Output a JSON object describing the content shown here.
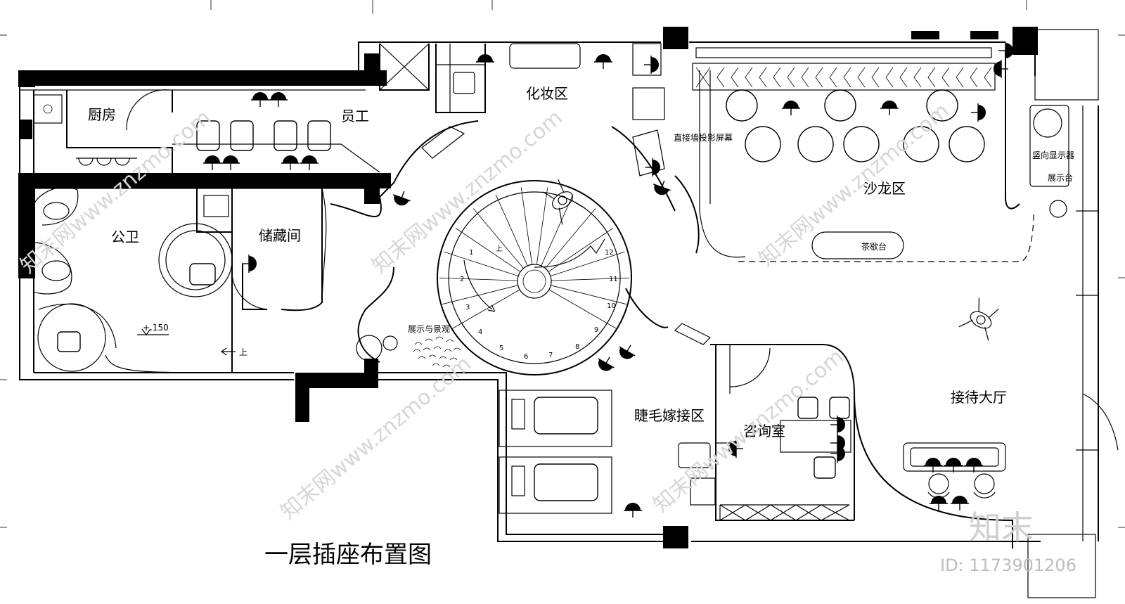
{
  "drawing": {
    "title": "一层插座布置图",
    "rooms": {
      "kitchen": "厨房",
      "staff": "员工",
      "makeup_area": "化妆区",
      "public_toilet": "公卫",
      "storage": "储藏间",
      "salon_area": "沙龙区",
      "tea_counter": "茶歇台",
      "lash_area": "睫毛嫁接区",
      "consult_room": "咨询室",
      "reception_hall": "接待大厅"
    },
    "annotations": {
      "projection_screen": "直接墙投影屏幕",
      "display_landscape": "展示与景观",
      "vertical_display": "竖向显示器",
      "display_stand": "展示台",
      "level_mark": "+.150",
      "up_arrow": "上",
      "stair_up": "上"
    },
    "stair_steps": [
      "1",
      "2",
      "3",
      "4",
      "5",
      "6",
      "7",
      "8",
      "9",
      "10",
      "11",
      "12"
    ]
  },
  "watermark": {
    "site": "知末网www.znzmo.com",
    "brand": "知末",
    "id_label": "ID: 1173901206"
  }
}
